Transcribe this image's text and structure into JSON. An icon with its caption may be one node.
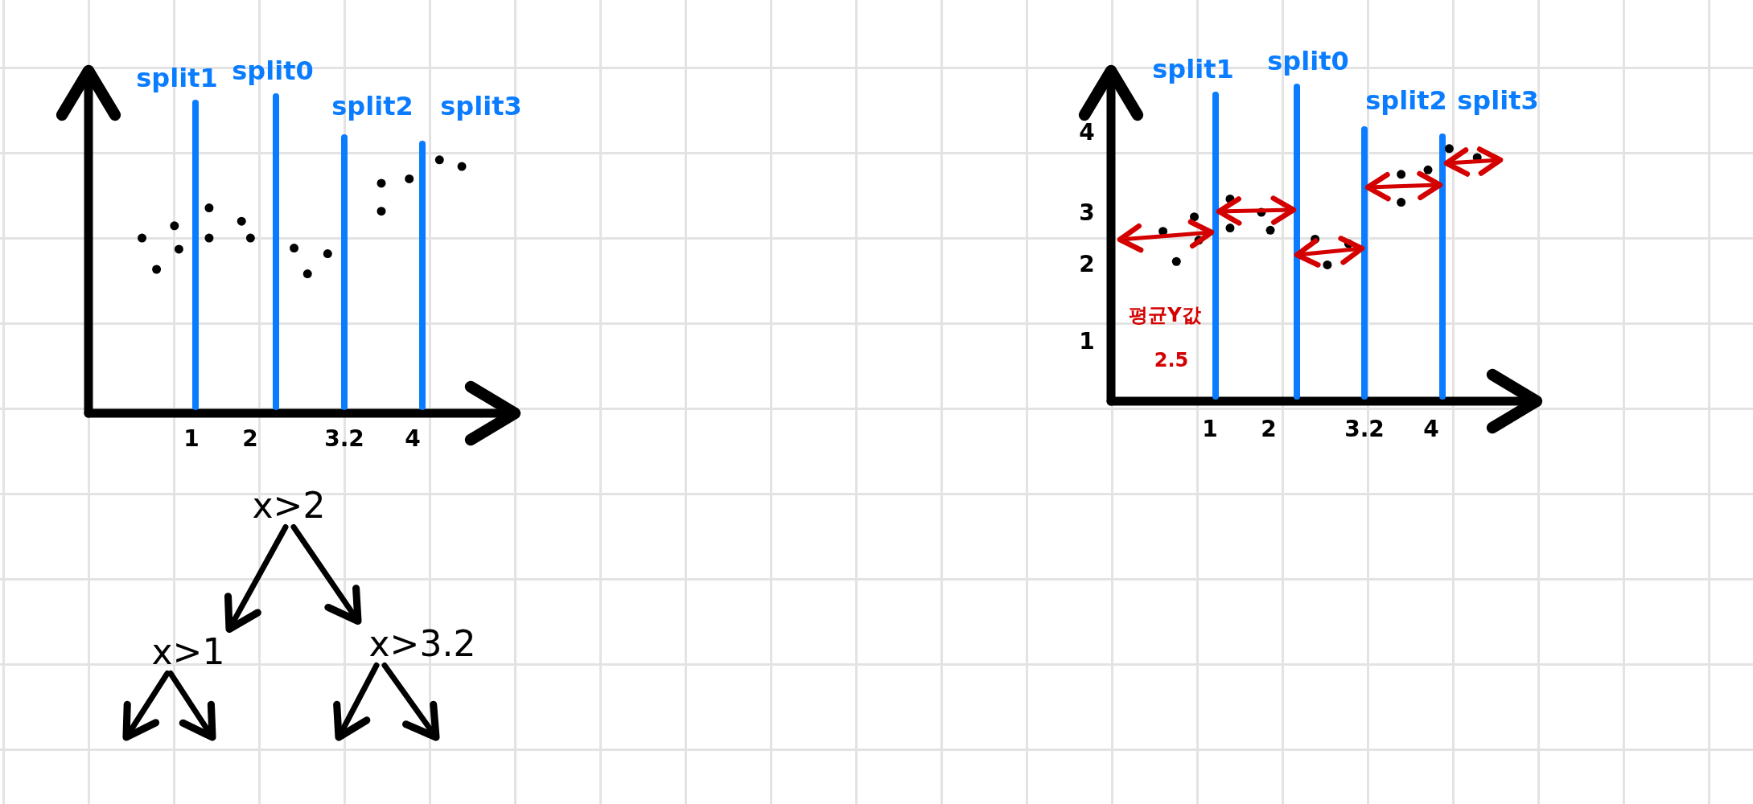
{
  "diagram": {
    "nodes": [
      {
        "text": [
          "x>2"
        ]
      },
      {
        "text": [
          "x>1"
        ]
      },
      {
        "text": [
          "x>3.2"
        ]
      }
    ],
    "edges": [
      {
        "from": 0,
        "to": 1,
        "arrow": "to"
      },
      {
        "from": 0,
        "to": 2,
        "arrow": "to"
      },
      {
        "from": 1,
        "to": null,
        "arrow": "to"
      },
      {
        "from": 1,
        "to": null,
        "arrow": "to"
      },
      {
        "from": 2,
        "to": null,
        "arrow": "to"
      },
      {
        "from": 2,
        "to": null,
        "arrow": "to"
      }
    ],
    "labels": [
      "split1",
      "split0",
      "split2",
      "split3",
      "1",
      "2",
      "3.2",
      "4",
      "split1",
      "split0",
      "split2",
      "split3",
      "4",
      "3",
      "2",
      "1",
      "1",
      "2",
      "3.2",
      "4",
      "평균Y값",
      "2.5"
    ]
  }
}
